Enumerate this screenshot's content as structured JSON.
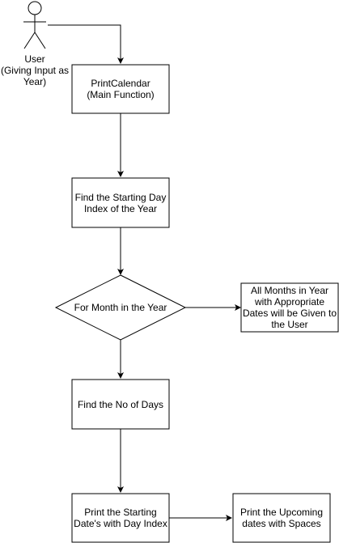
{
  "actor": {
    "label": "User\n(Giving Input as\nYear)"
  },
  "nodes": {
    "print_calendar": "PrintCalendar\n(Main Function)",
    "find_start_day": "Find the Starting Day\nIndex of the Year",
    "for_month": "For Month in the Year",
    "all_months": "All Months in Year\nwith Appropriate\nDates will be Given to\nthe User",
    "find_no_days": "Find the No of Days",
    "print_starting": "Print the Starting\nDate's with Day Index",
    "print_upcoming": "Print the Upcoming\ndates with Spaces"
  },
  "colors": {
    "stroke": "#000000",
    "fill": "#ffffff"
  }
}
